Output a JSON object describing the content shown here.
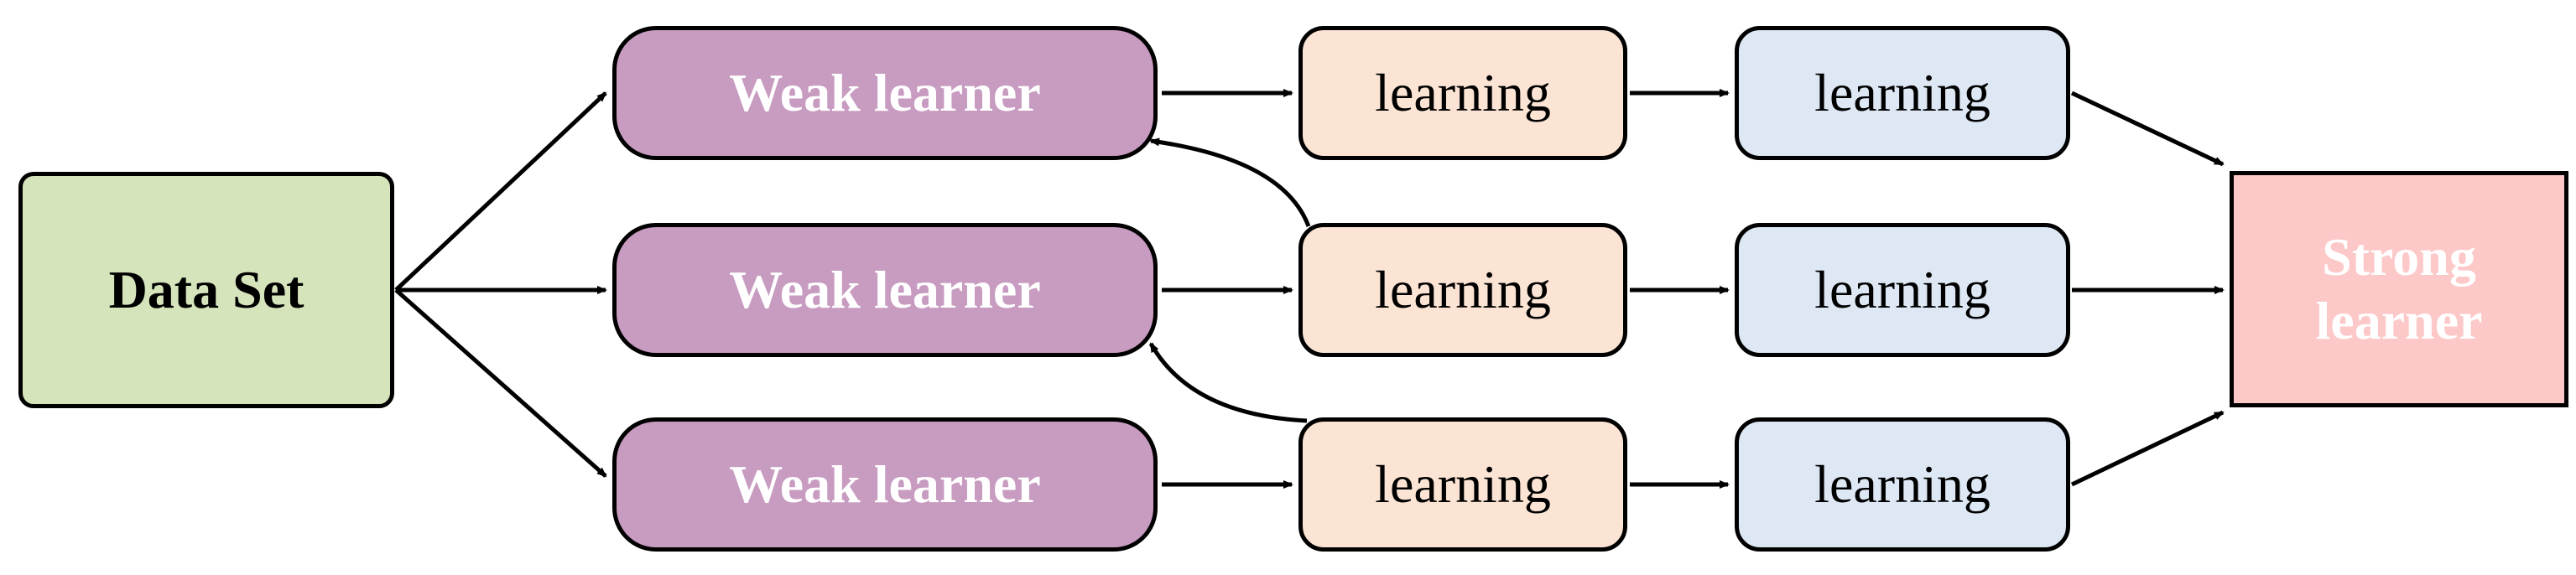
{
  "diagram": {
    "data_set": {
      "label": "Data Set",
      "color": "#d6e4bc"
    },
    "weak_learners": [
      {
        "label": "Weak learner"
      },
      {
        "label": "Weak learner"
      },
      {
        "label": "Weak learner"
      }
    ],
    "learning_stage1": [
      {
        "label": "learning"
      },
      {
        "label": "learning"
      },
      {
        "label": "learning"
      }
    ],
    "learning_stage2": [
      {
        "label": "learning"
      },
      {
        "label": "learning"
      },
      {
        "label": "learning"
      }
    ],
    "strong_learner": {
      "label": "Strong\nlearner",
      "color": "#fdc8c8"
    },
    "colors": {
      "weak_learner": "#c89bc1",
      "learning_stage1": "#fbe4d3",
      "learning_stage2": "#dde8f4",
      "arrow": "#000000"
    }
  }
}
